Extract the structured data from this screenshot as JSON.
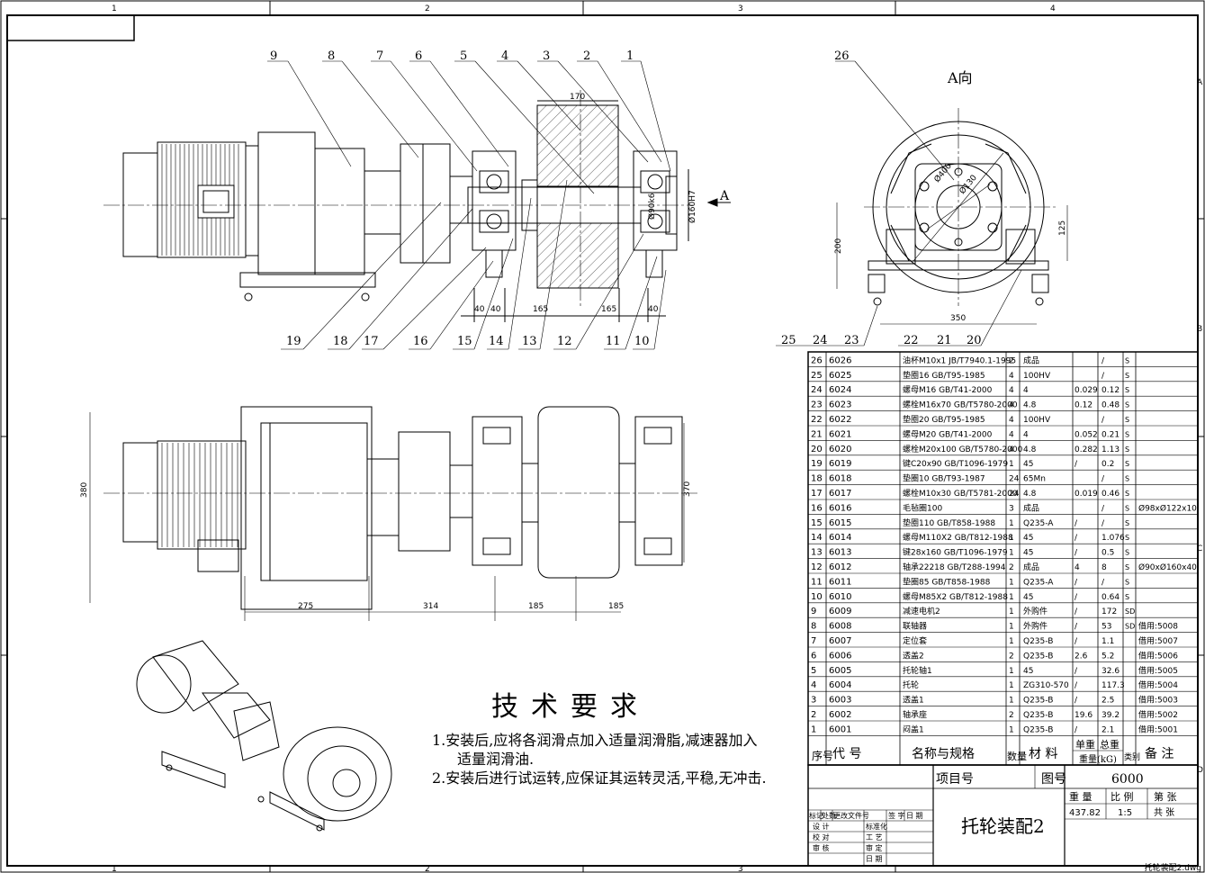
{
  "drawing": {
    "title": "托轮装配2",
    "drawing_no_label": "图号",
    "drawing_no": "6000",
    "project_label": "项目号",
    "weight_label": "重 量",
    "scale_label": "比 例",
    "sheet_label": "第 张",
    "weight": "437.82",
    "scale": "1:5",
    "total_sheets_label": "共 张",
    "file_name": "托轮装配2.dwg"
  },
  "frame": {
    "top_zones": [
      "1",
      "2",
      "3",
      "4"
    ],
    "side_zones": [
      "A",
      "B",
      "C",
      "D"
    ]
  },
  "view_label": "A向",
  "arrow_label": "A",
  "dimensions": {
    "top": [
      "170",
      "40",
      "40",
      "165",
      "165",
      "40",
      "Ø160H7",
      "Ø90k6"
    ],
    "side_view": [
      "Ø400",
      "Ø130",
      "200",
      "125",
      "350"
    ],
    "front": [
      "380",
      "370",
      "275",
      "314",
      "185",
      "185"
    ]
  },
  "balloons_top": [
    "9",
    "8",
    "7",
    "6",
    "5",
    "4",
    "3",
    "2",
    "1"
  ],
  "balloons_bottom": [
    "19",
    "18",
    "17",
    "16",
    "15",
    "14",
    "13",
    "12",
    "11",
    "10"
  ],
  "balloons_side": [
    "26"
  ],
  "balloons_table": [
    "25",
    "24",
    "23",
    "22",
    "21",
    "20"
  ],
  "tech_requirements": {
    "title": "技术要求",
    "items": [
      "1.安装后,应将各润滑点加入适量润滑脂,减速器加入",
      "适量润滑油.",
      "2.安装后进行试运转,应保证其运转灵活,平稳,无冲击."
    ]
  },
  "bom_header": {
    "seq": "序号",
    "code": "代 号",
    "name": "名称与规格",
    "qty": "数量",
    "material": "材 料",
    "unit_weight": "单重",
    "total_weight": "总重",
    "weight_kg": "重量(kG)",
    "category": "类别",
    "remarks": "备 注"
  },
  "bom": [
    {
      "no": "26",
      "code": "6026",
      "name": "油杯M10x1 JB/T7940.1-1995",
      "qty": "2",
      "material": "成品",
      "unit": "",
      "total": "/",
      "cat": "S",
      "remark": ""
    },
    {
      "no": "25",
      "code": "6025",
      "name": "垫圈16 GB/T95-1985",
      "qty": "4",
      "material": "100HV",
      "unit": "",
      "total": "/",
      "cat": "S",
      "remark": ""
    },
    {
      "no": "24",
      "code": "6024",
      "name": "螺母M16 GB/T41-2000",
      "qty": "4",
      "material": "4",
      "unit": "0.029",
      "total": "0.12",
      "cat": "S",
      "remark": ""
    },
    {
      "no": "23",
      "code": "6023",
      "name": "螺栓M16x70 GB/T5780-2000",
      "qty": "4",
      "material": "4.8",
      "unit": "0.12",
      "total": "0.48",
      "cat": "S",
      "remark": ""
    },
    {
      "no": "22",
      "code": "6022",
      "name": "垫圈20 GB/T95-1985",
      "qty": "4",
      "material": "100HV",
      "unit": "",
      "total": "/",
      "cat": "S",
      "remark": ""
    },
    {
      "no": "21",
      "code": "6021",
      "name": "螺母M20 GB/T41-2000",
      "qty": "4",
      "material": "4",
      "unit": "0.052",
      "total": "0.21",
      "cat": "S",
      "remark": ""
    },
    {
      "no": "20",
      "code": "6020",
      "name": "螺栓M20x100 GB/T5780-2000",
      "qty": "4",
      "material": "4.8",
      "unit": "0.282",
      "total": "1.13",
      "cat": "S",
      "remark": ""
    },
    {
      "no": "19",
      "code": "6019",
      "name": "键C20x90 GB/T1096-1979",
      "qty": "1",
      "material": "45",
      "unit": "/",
      "total": "0.2",
      "cat": "S",
      "remark": ""
    },
    {
      "no": "18",
      "code": "6018",
      "name": "垫圈10 GB/T93-1987",
      "qty": "24",
      "material": "65Mn",
      "unit": "",
      "total": "/",
      "cat": "S",
      "remark": ""
    },
    {
      "no": "17",
      "code": "6017",
      "name": "螺栓M10x30 GB/T5781-2000",
      "qty": "24",
      "material": "4.8",
      "unit": "0.019",
      "total": "0.46",
      "cat": "S",
      "remark": ""
    },
    {
      "no": "16",
      "code": "6016",
      "name": "毛毡圈100",
      "qty": "3",
      "material": "成品",
      "unit": "",
      "total": "/",
      "cat": "S",
      "remark": "Ø98xØ122x10"
    },
    {
      "no": "15",
      "code": "6015",
      "name": "垫圈110 GB/T858-1988",
      "qty": "1",
      "material": "Q235-A",
      "unit": "/",
      "total": "/",
      "cat": "S",
      "remark": ""
    },
    {
      "no": "14",
      "code": "6014",
      "name": "螺母M110X2 GB/T812-1988",
      "qty": "1",
      "material": "45",
      "unit": "/",
      "total": "1.076",
      "cat": "S",
      "remark": ""
    },
    {
      "no": "13",
      "code": "6013",
      "name": "键28x160 GB/T1096-1979",
      "qty": "1",
      "material": "45",
      "unit": "/",
      "total": "0.5",
      "cat": "S",
      "remark": ""
    },
    {
      "no": "12",
      "code": "6012",
      "name": "轴承22218 GB/T288-1994",
      "qty": "2",
      "material": "成品",
      "unit": "4",
      "total": "8",
      "cat": "S",
      "remark": "Ø90xØ160x40"
    },
    {
      "no": "11",
      "code": "6011",
      "name": "垫圈85 GB/T858-1988",
      "qty": "1",
      "material": "Q235-A",
      "unit": "/",
      "total": "/",
      "cat": "S",
      "remark": ""
    },
    {
      "no": "10",
      "code": "6010",
      "name": "螺母M85X2 GB/T812-1988",
      "qty": "1",
      "material": "45",
      "unit": "/",
      "total": "0.64",
      "cat": "S",
      "remark": ""
    },
    {
      "no": "9",
      "code": "6009",
      "name": "减速电机2",
      "qty": "1",
      "material": "外购件",
      "unit": "/",
      "total": "172",
      "cat": "SD",
      "remark": ""
    },
    {
      "no": "8",
      "code": "6008",
      "name": "联轴器",
      "qty": "1",
      "material": "外购件",
      "unit": "/",
      "total": "53",
      "cat": "SD",
      "remark": "借用:5008"
    },
    {
      "no": "7",
      "code": "6007",
      "name": "定位套",
      "qty": "1",
      "material": "Q235-B",
      "unit": "/",
      "total": "1.1",
      "cat": "",
      "remark": "借用:5007"
    },
    {
      "no": "6",
      "code": "6006",
      "name": "透盖2",
      "qty": "2",
      "material": "Q235-B",
      "unit": "2.6",
      "total": "5.2",
      "cat": "",
      "remark": "借用:5006"
    },
    {
      "no": "5",
      "code": "6005",
      "name": "托轮轴1",
      "qty": "1",
      "material": "45",
      "unit": "/",
      "total": "32.6",
      "cat": "",
      "remark": "借用:5005"
    },
    {
      "no": "4",
      "code": "6004",
      "name": "托轮",
      "qty": "1",
      "material": "ZG310-570",
      "unit": "/",
      "total": "117.3",
      "cat": "",
      "remark": "借用:5004"
    },
    {
      "no": "3",
      "code": "6003",
      "name": "透盖1",
      "qty": "1",
      "material": "Q235-B",
      "unit": "/",
      "total": "2.5",
      "cat": "",
      "remark": "借用:5003"
    },
    {
      "no": "2",
      "code": "6002",
      "name": "轴承座",
      "qty": "2",
      "material": "Q235-B",
      "unit": "19.6",
      "total": "39.2",
      "cat": "",
      "remark": "借用:5002"
    },
    {
      "no": "1",
      "code": "6001",
      "name": "闷盖1",
      "qty": "1",
      "material": "Q235-B",
      "unit": "/",
      "total": "2.1",
      "cat": "",
      "remark": "借用:5001"
    }
  ],
  "signoff": {
    "row1": [
      "标记",
      "处数",
      "更改文件号",
      "签 字",
      "日 期"
    ],
    "labels_left": [
      "设 计",
      "校 对",
      "审 核"
    ],
    "labels_mid": [
      "标准化",
      "工 艺",
      "审 定",
      "日 期"
    ]
  }
}
